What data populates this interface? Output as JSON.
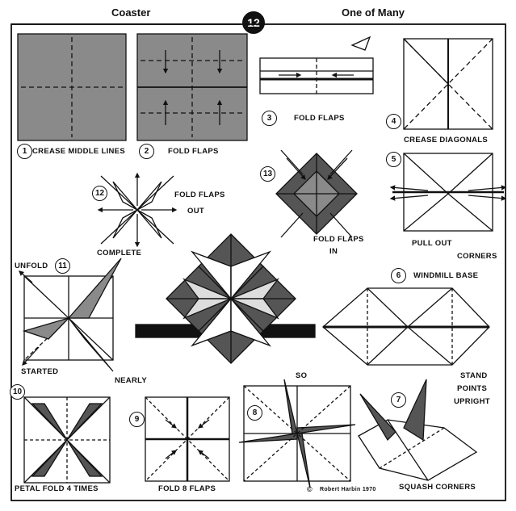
{
  "header": {
    "left_title": "Coaster",
    "page_number": "12",
    "right_title": "One of Many"
  },
  "steps": [
    {
      "num": "1",
      "label": "CREASE MIDDLE LINES"
    },
    {
      "num": "2",
      "label": "FOLD FLAPS"
    },
    {
      "num": "3",
      "label": "FOLD FLAPS"
    },
    {
      "num": "4",
      "label": "CREASE DIAGONALS"
    },
    {
      "num": "5",
      "label_line1": "PULL OUT",
      "label_line2": "CORNERS"
    },
    {
      "num": "6",
      "label": "WINDMILL BASE"
    },
    {
      "num": "7",
      "label": "SQUASH CORNERS"
    },
    {
      "num": "8",
      "label": "SO"
    },
    {
      "num": "9",
      "label": "FOLD 8 FLAPS"
    },
    {
      "num": "10",
      "label": "PETAL FOLD 4 TIMES"
    },
    {
      "num": "11",
      "label_top": "UNFOLD",
      "label_left": "STARTED",
      "label_right": "NEARLY"
    },
    {
      "num": "12",
      "label_line1": "FOLD FLAPS",
      "label_line2": "OUT",
      "label_bottom": "COMPLETE"
    },
    {
      "num": "13",
      "label_line1": "FOLD FLAPS",
      "label_line2": "IN"
    }
  ],
  "stand": {
    "line1": "STAND",
    "line2": "POINTS",
    "line3": "UPRIGHT"
  },
  "credit": {
    "symbol": "©",
    "text": "Robert Harbin 1970"
  },
  "colors": {
    "ink": "#111111",
    "paper_gray": "#8a8a8a",
    "dark_gray": "#555555",
    "paper": "#ffffff"
  }
}
